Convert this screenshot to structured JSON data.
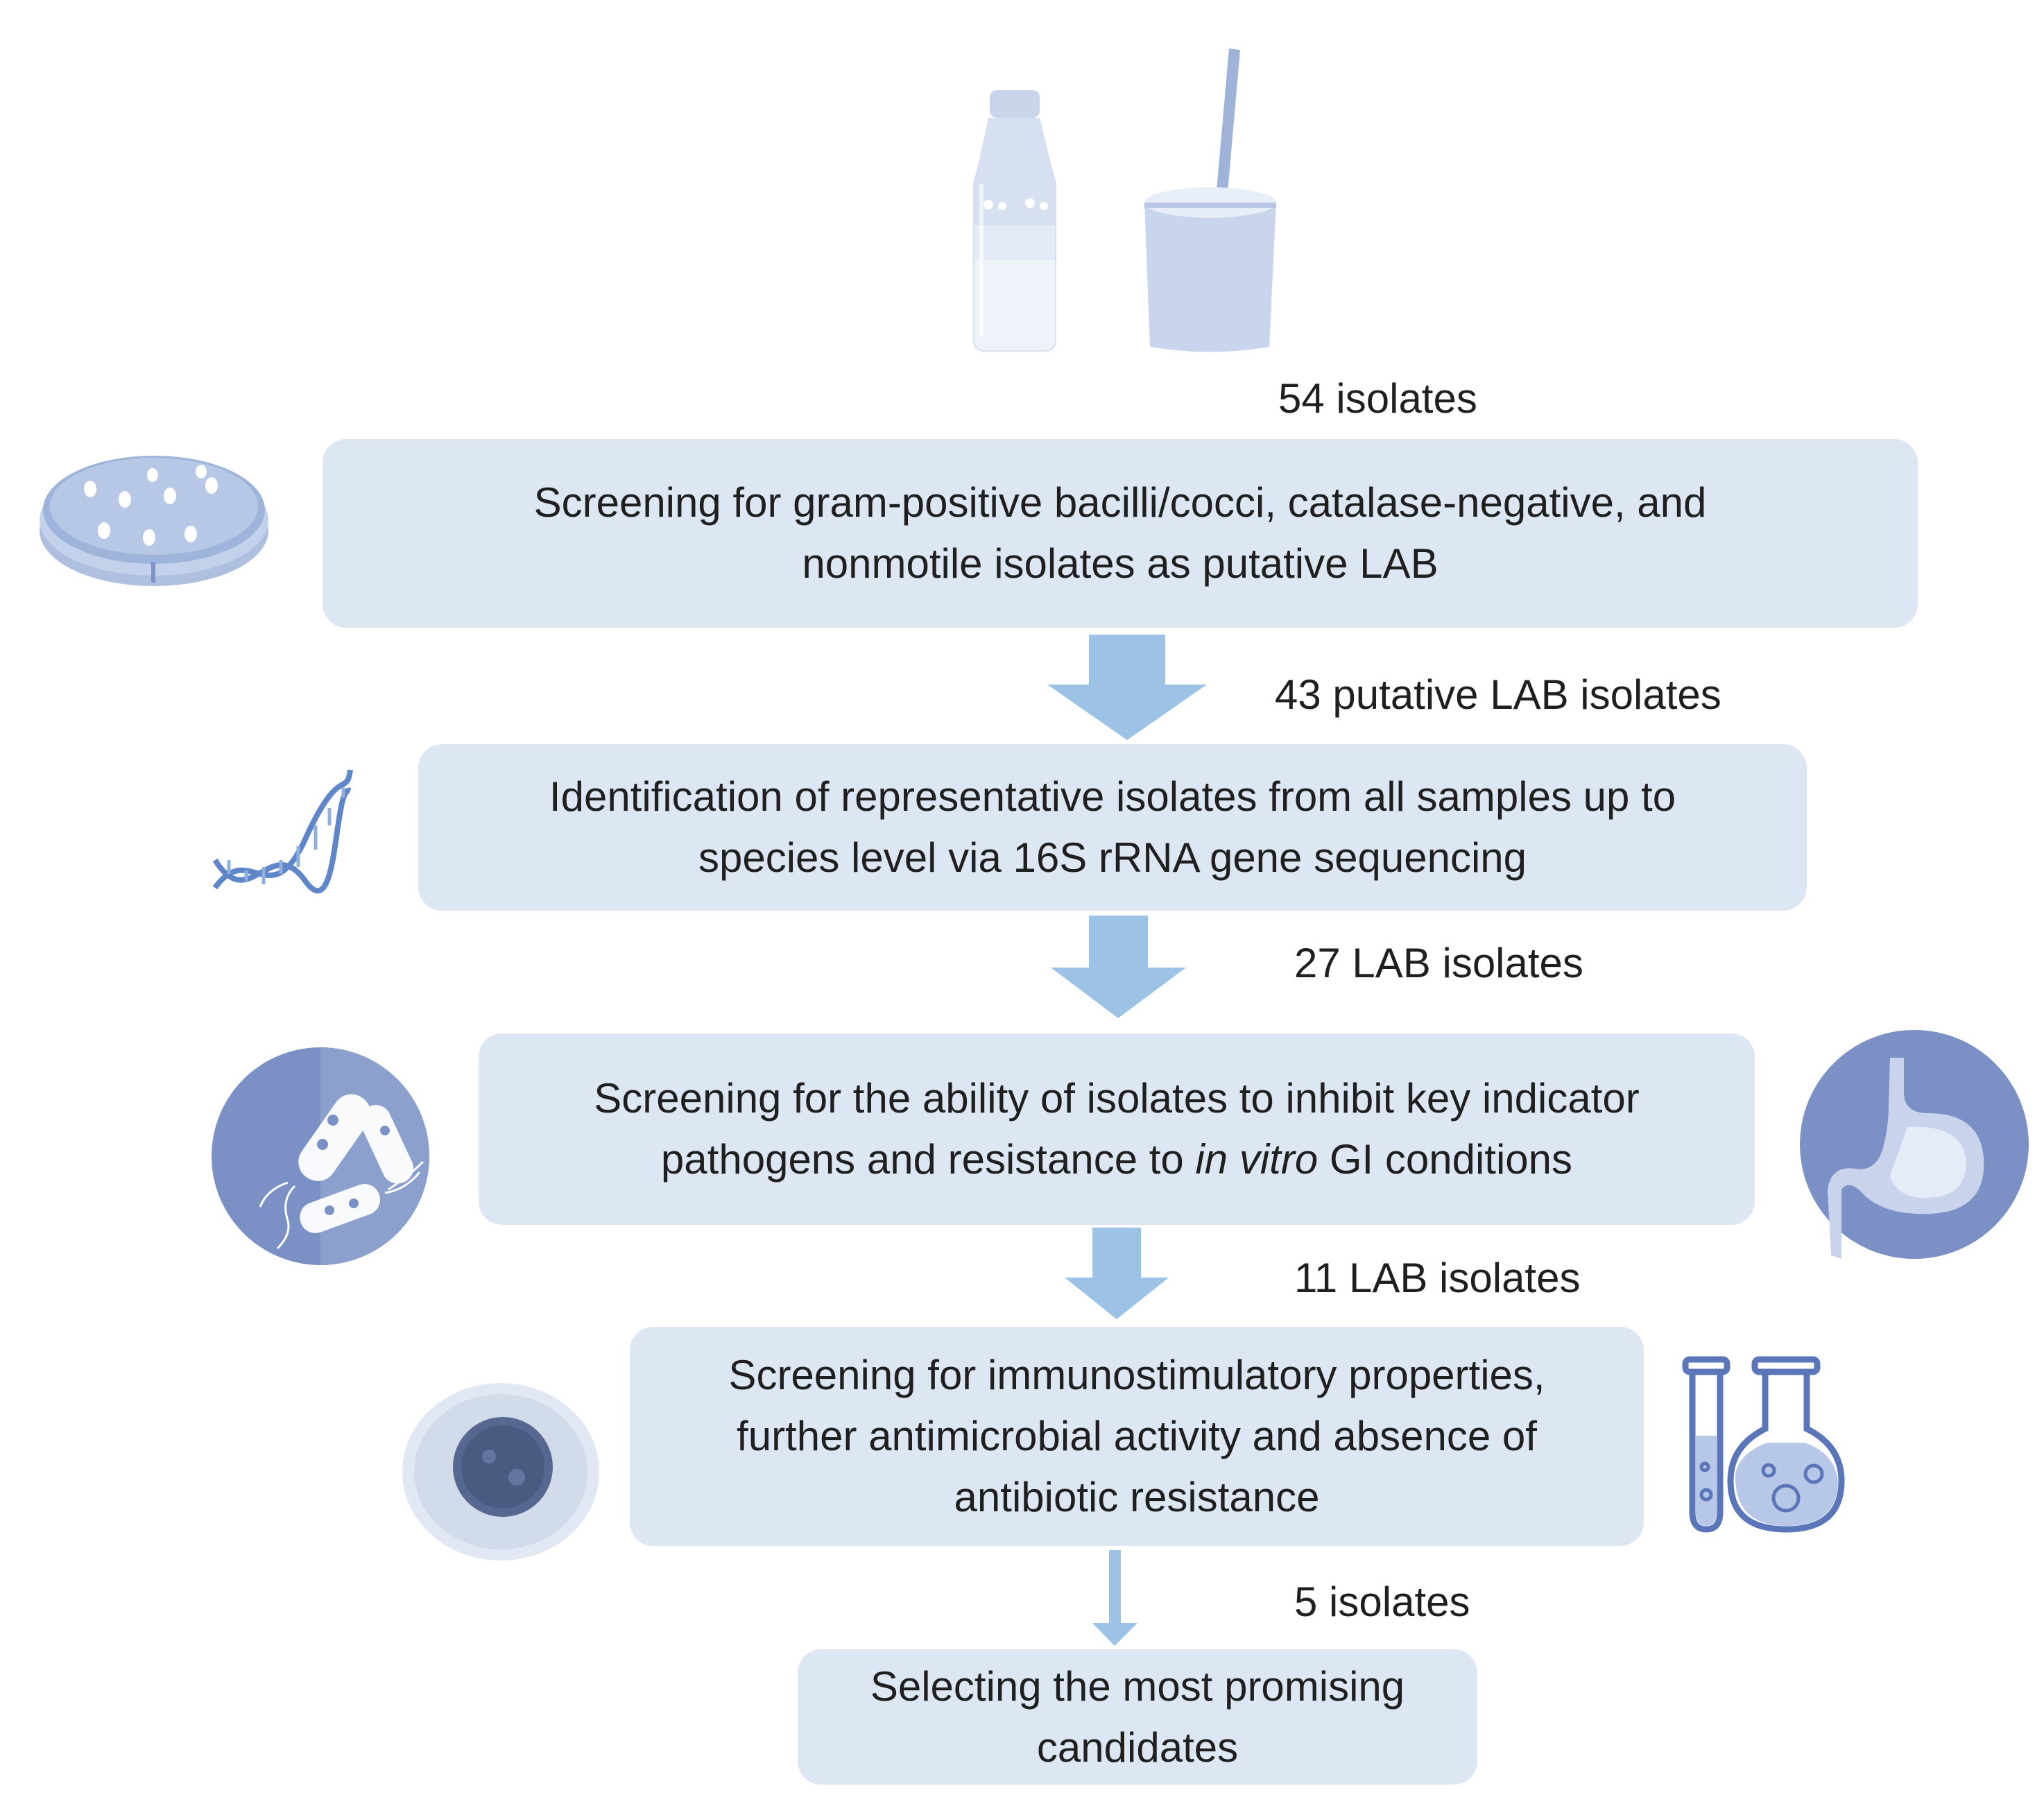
{
  "counts": {
    "c1": "54 isolates",
    "c2": "43 putative LAB isolates",
    "c3": "27 LAB isolates",
    "c4": "11 LAB isolates",
    "c5": "5 isolates"
  },
  "steps": {
    "s1": {
      "line1": "Screening for gram-positive bacilli/cocci, catalase-negative, and",
      "line2": "nonmotile isolates as putative LAB"
    },
    "s2": {
      "line1": "Identification of representative isolates from all samples up to",
      "line2": "species level via 16S rRNA gene sequencing"
    },
    "s3": {
      "line1": "Screening for the ability of isolates to inhibit key indicator",
      "line2_pre": "pathogens and resistance to ",
      "line2_em": "in vitro",
      "line2_post": " GI conditions"
    },
    "s4": {
      "line1": "Screening for immunostimulatory properties,",
      "line2": "further antimicrobial activity and absence of",
      "line3": "antibiotic resistance"
    },
    "s5": {
      "line1": "Selecting the most promising",
      "line2": "candidates"
    }
  },
  "colors": {
    "box": "#dde7f3",
    "arrow": "#9cc3e6",
    "icon_dark": "#7b90c4",
    "icon_light": "#b9c8e3"
  },
  "icons": [
    "milk-bottle-icon",
    "yogurt-cup-icon",
    "petri-dish-icon",
    "dna-icon",
    "bacteria-icon",
    "stomach-icon",
    "cell-icon",
    "lab-glassware-icon"
  ]
}
